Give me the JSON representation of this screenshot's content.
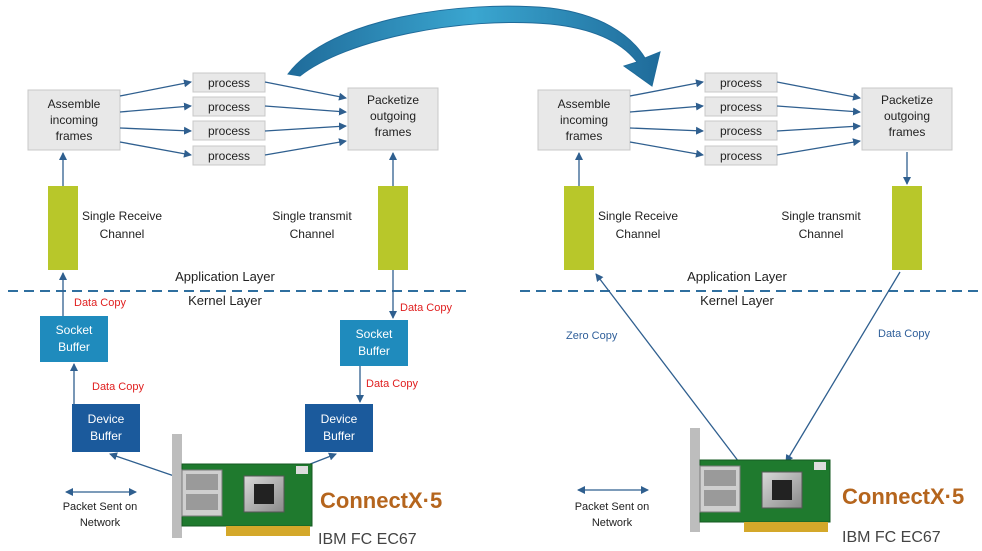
{
  "left": {
    "assemble_label": [
      "Assemble",
      "incoming",
      "frames"
    ],
    "packetize_label": [
      "Packetize",
      "outgoing",
      "frames"
    ],
    "process_labels": [
      "process",
      "process",
      "process",
      "process"
    ],
    "receive_channel": [
      "Single Receive",
      "Channel"
    ],
    "transmit_channel": [
      "Single transmit",
      "Channel"
    ],
    "application_layer": "Application Layer",
    "kernel_layer": "Kernel Layer",
    "data_copy_labels": [
      "Data Copy",
      "Data Copy",
      "Data Copy",
      "Data Copy"
    ],
    "socket_buffer": [
      "Socket",
      "Buffer"
    ],
    "device_buffer": [
      "Device",
      "Buffer"
    ],
    "network_label": [
      "Packet Sent on",
      "Network"
    ],
    "nic_model": "IBM FC EC67",
    "brand_text": "ConnectX·5"
  },
  "right": {
    "assemble_label": [
      "Assemble",
      "incoming",
      "frames"
    ],
    "packetize_label": [
      "Packetize",
      "outgoing",
      "frames"
    ],
    "process_labels": [
      "process",
      "process",
      "process",
      "process"
    ],
    "receive_channel": [
      "Single Receive",
      "Channel"
    ],
    "transmit_channel": [
      "Single transmit",
      "Channel"
    ],
    "application_layer": "Application Layer",
    "kernel_layer": "Kernel Layer",
    "zero_copy": "Zero Copy",
    "data_copy": "Data Copy",
    "network_label": [
      "Packet Sent on",
      "Network"
    ],
    "nic_model": "IBM FC EC67",
    "brand_text": "ConnectX·5"
  },
  "colors": {
    "box_fill": "#e8e8e8",
    "box_stroke": "#c8c8c8",
    "channel": "#b8c72a",
    "socket": "#1f8bbd",
    "device": "#1b5a9c",
    "arrow": "#2f5f8f",
    "red": "#e02020",
    "zero_copy": "#2f5f9a",
    "dash": "#2f6f9f",
    "pcb": "#1f7a2e"
  }
}
